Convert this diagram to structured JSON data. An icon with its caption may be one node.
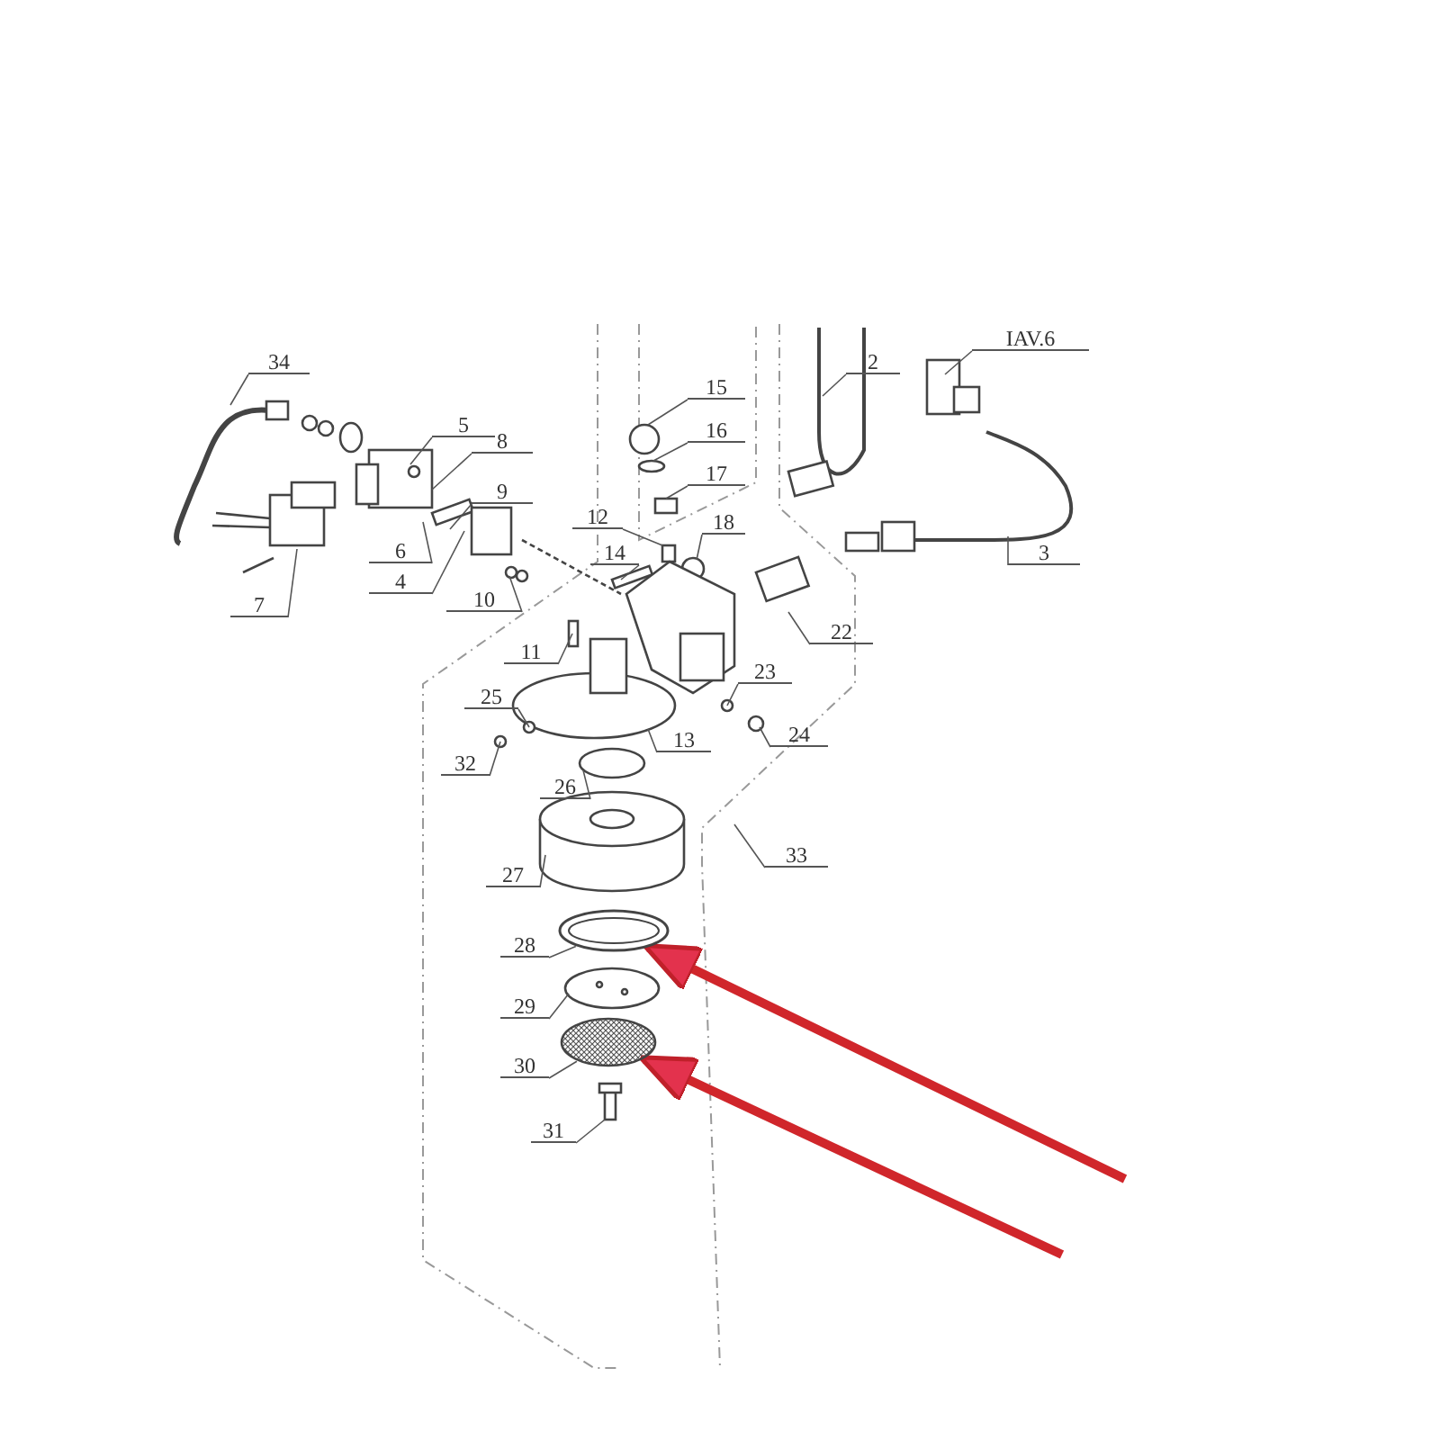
{
  "diagram": {
    "nodes": [
      {
        "text": [
          "34"
        ]
      },
      {
        "text": [
          "5"
        ]
      },
      {
        "text": [
          "8"
        ]
      },
      {
        "text": [
          "9"
        ]
      },
      {
        "text": [
          "6"
        ]
      },
      {
        "text": [
          "4"
        ]
      },
      {
        "text": [
          "10"
        ]
      },
      {
        "text": [
          "7"
        ]
      },
      {
        "text": [
          "15"
        ]
      },
      {
        "text": [
          "16"
        ]
      },
      {
        "text": [
          "17"
        ]
      },
      {
        "text": [
          "12"
        ]
      },
      {
        "text": [
          "18"
        ]
      },
      {
        "text": [
          "14"
        ]
      },
      {
        "text": [
          "11"
        ]
      },
      {
        "text": [
          "2"
        ]
      },
      {
        "text": [
          "IAV.6"
        ]
      },
      {
        "text": [
          "3"
        ]
      },
      {
        "text": [
          "22"
        ]
      },
      {
        "text": [
          "25"
        ]
      },
      {
        "text": [
          "23"
        ]
      },
      {
        "text": [
          "13"
        ]
      },
      {
        "text": [
          "24"
        ]
      },
      {
        "text": [
          "32"
        ]
      },
      {
        "text": [
          "26"
        ]
      },
      {
        "text": [
          "33"
        ]
      },
      {
        "text": [
          "27"
        ]
      },
      {
        "text": [
          "28"
        ]
      },
      {
        "text": [
          "29"
        ]
      },
      {
        "text": [
          "30"
        ]
      },
      {
        "text": [
          "31"
        ]
      },
      {
        "text": [],
        "shape": "circle"
      },
      {
        "text": [],
        "shape": "circle"
      }
    ],
    "edges": [
      {
        "from": 0,
        "to": null,
        "arrow": "none"
      },
      {
        "from": 1,
        "to": null,
        "arrow": "none"
      },
      {
        "from": 2,
        "to": null,
        "arrow": "none"
      },
      {
        "from": 3,
        "to": null,
        "arrow": "none"
      },
      {
        "from": 4,
        "to": null,
        "arrow": "none"
      },
      {
        "from": 5,
        "to": null,
        "arrow": "none"
      },
      {
        "from": 6,
        "to": null,
        "arrow": "none"
      },
      {
        "from": 7,
        "to": null,
        "arrow": "none"
      },
      {
        "from": 8,
        "to": null,
        "arrow": "none"
      },
      {
        "from": 9,
        "to": null,
        "arrow": "none"
      },
      {
        "from": 10,
        "to": null,
        "arrow": "none"
      },
      {
        "from": 11,
        "to": null,
        "arrow": "none"
      },
      {
        "from": 12,
        "to": null,
        "arrow": "none"
      },
      {
        "from": 13,
        "to": null,
        "arrow": "none"
      },
      {
        "from": 14,
        "to": null,
        "arrow": "none"
      },
      {
        "from": 15,
        "to": null,
        "arrow": "none"
      },
      {
        "from": 16,
        "to": null,
        "arrow": "none"
      },
      {
        "from": 17,
        "to": null,
        "arrow": "none"
      },
      {
        "from": 18,
        "to": null,
        "arrow": "none"
      },
      {
        "from": 19,
        "to": null,
        "arrow": "none"
      },
      {
        "from": 20,
        "to": null,
        "arrow": "none"
      },
      {
        "from": 21,
        "to": null,
        "arrow": "none"
      },
      {
        "from": 22,
        "to": null,
        "arrow": "none"
      },
      {
        "from": 23,
        "to": null,
        "arrow": "none"
      },
      {
        "from": 24,
        "to": null,
        "arrow": "none"
      },
      {
        "from": 25,
        "to": null,
        "arrow": "none"
      },
      {
        "from": 26,
        "to": null,
        "arrow": "none"
      },
      {
        "from": 27,
        "to": 31,
        "arrow": "none"
      },
      {
        "from": 28,
        "to": null,
        "arrow": "none"
      },
      {
        "from": 29,
        "to": 32,
        "arrow": "none"
      },
      {
        "from": 30,
        "to": null,
        "arrow": "none"
      },
      {
        "from": null,
        "to": 31,
        "arrow": "to",
        "style": "thick",
        "color": "#d0262b"
      },
      {
        "from": null,
        "to": 32,
        "arrow": "to",
        "style": "thick",
        "color": "#d0262b"
      }
    ]
  }
}
